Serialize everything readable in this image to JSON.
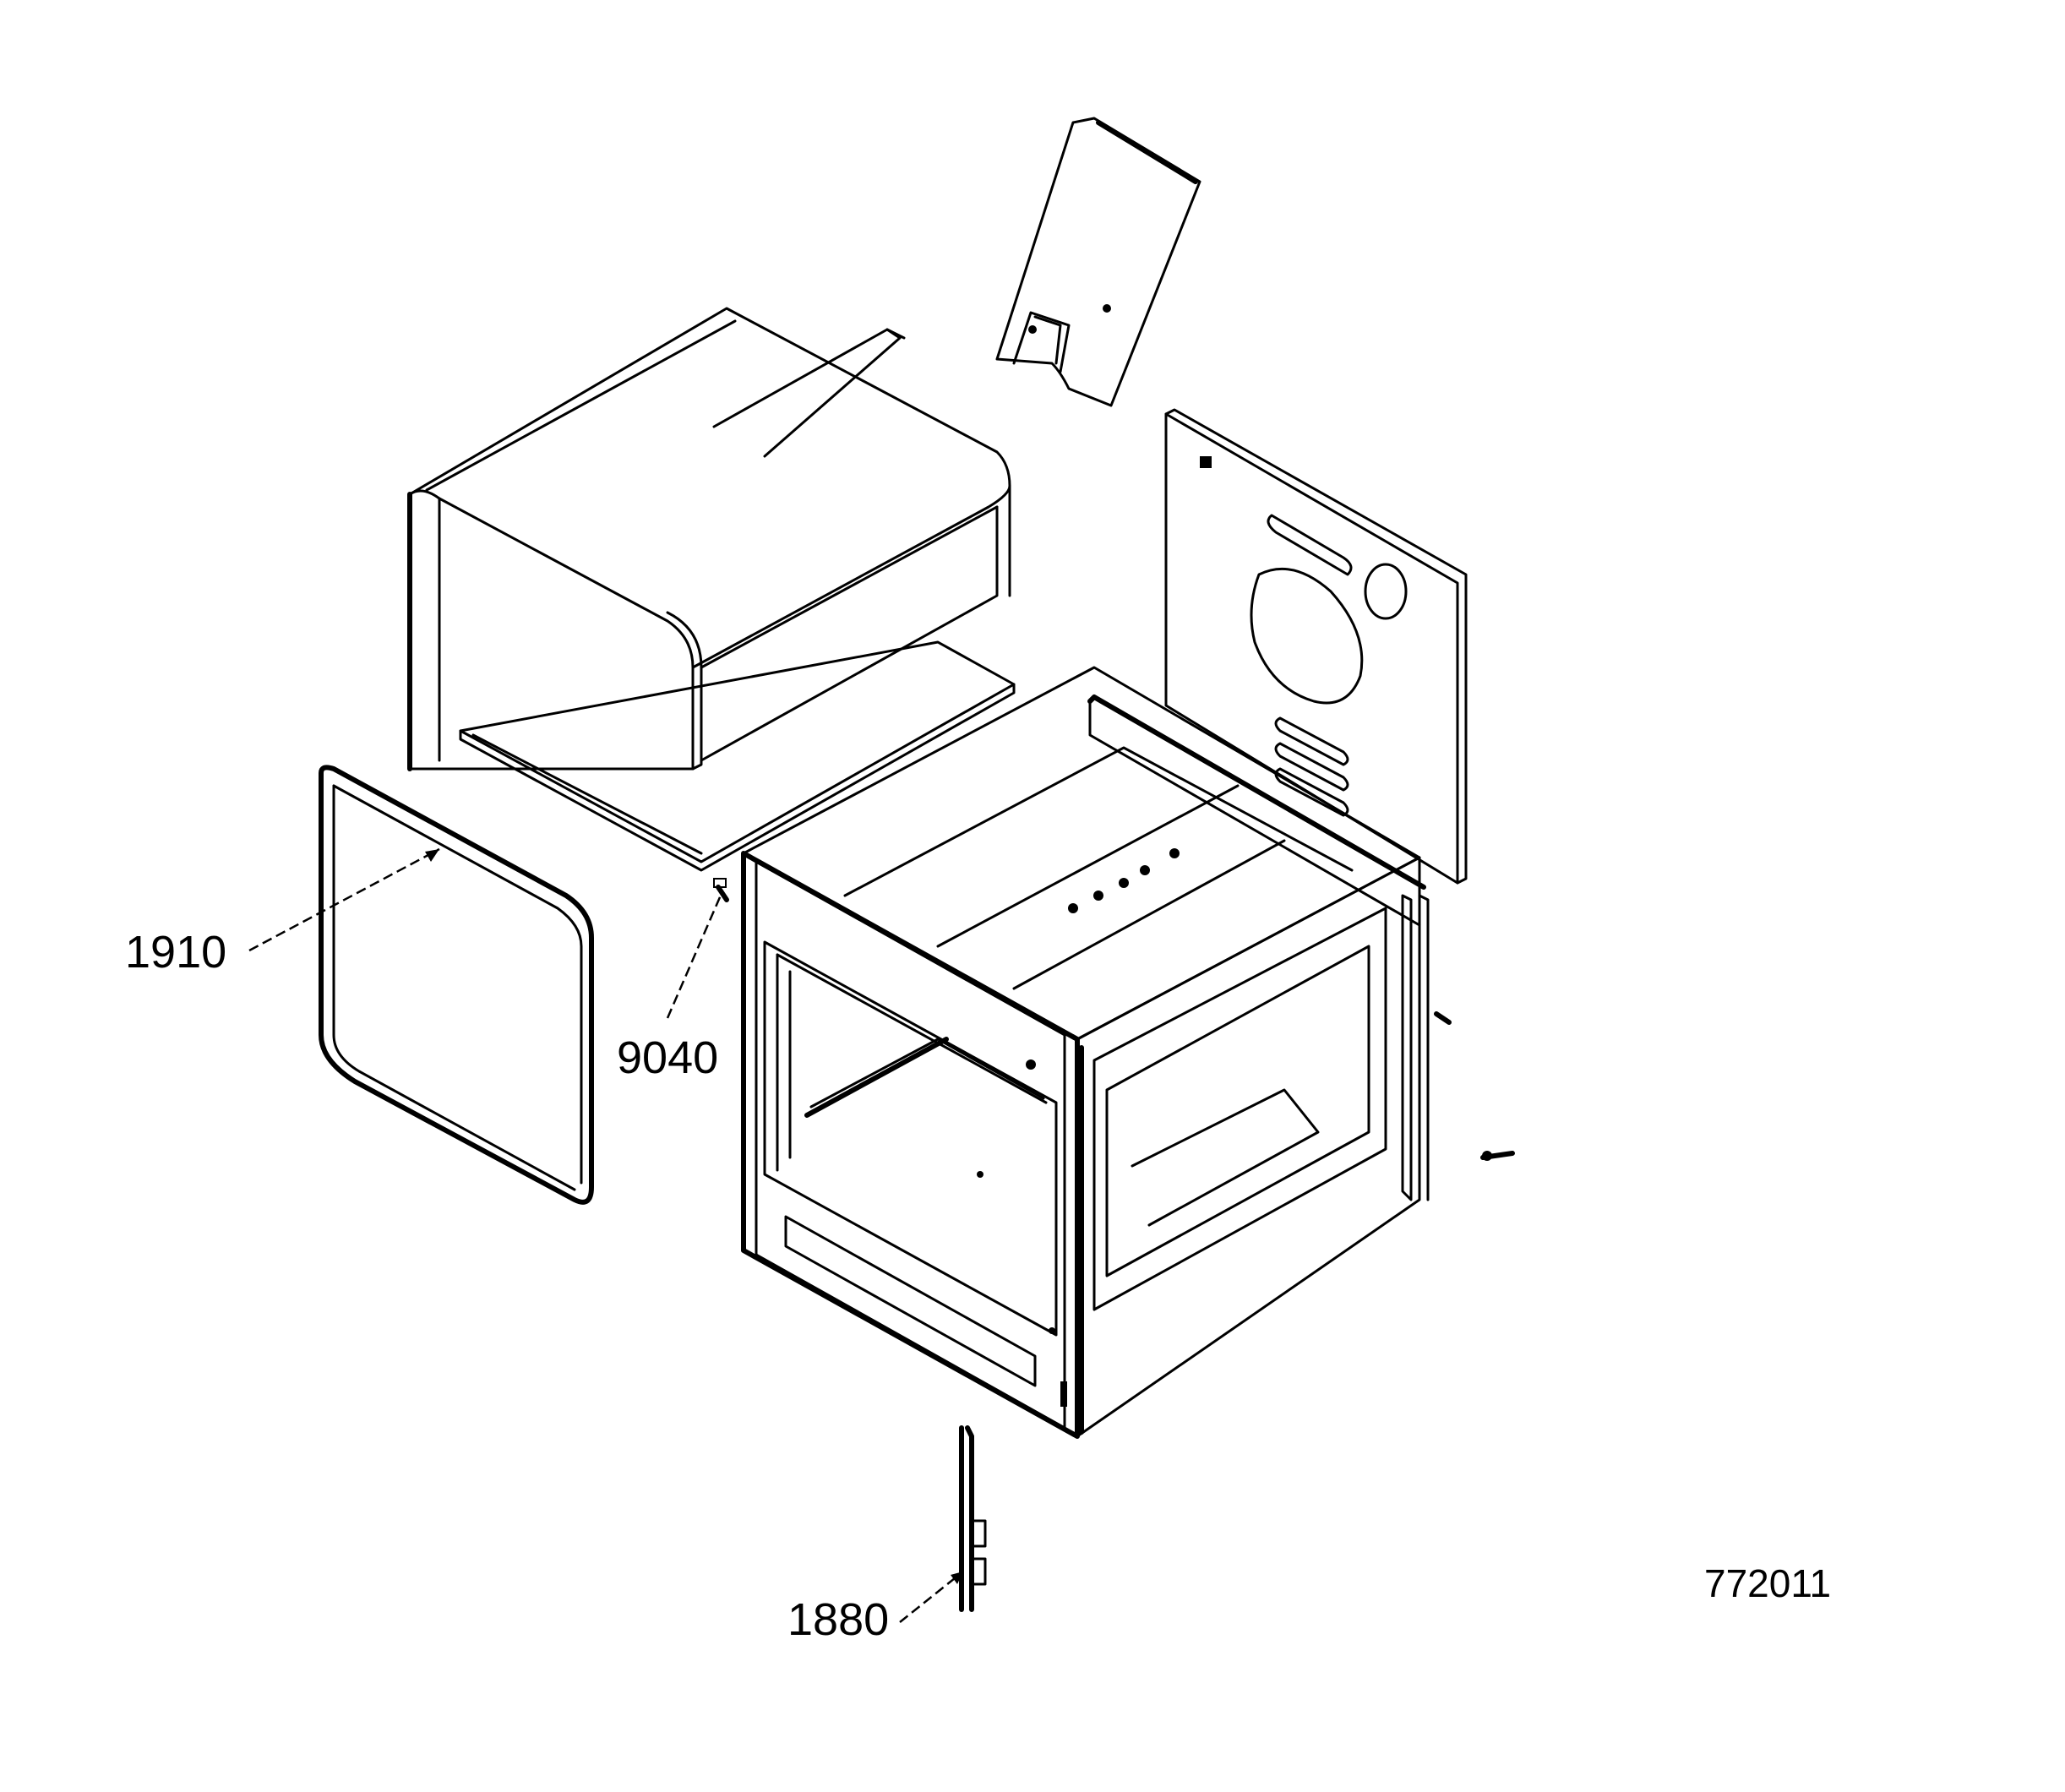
{
  "callouts": {
    "gasket": "1910",
    "screw": "9040",
    "cable": "1880"
  },
  "drawing_number": "772011"
}
